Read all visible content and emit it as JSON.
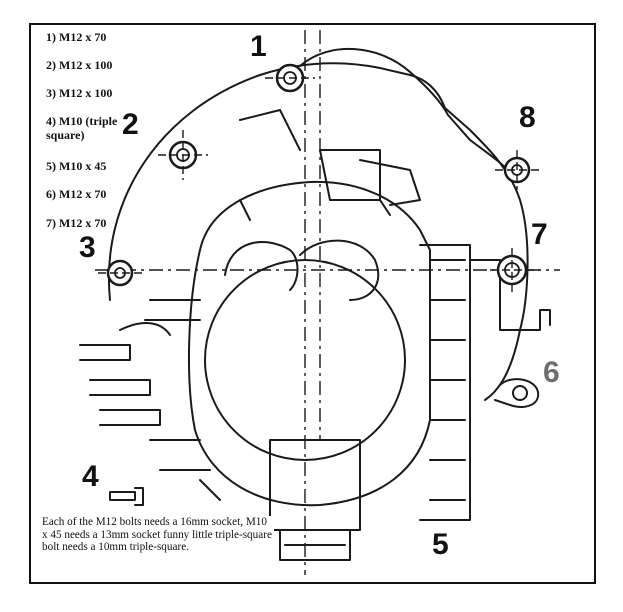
{
  "bolt_list": [
    "1) M12 x 70",
    "2) M12 x 100",
    "3) M12 x 100",
    "4) M10 (triple square)",
    "5) M10 x 45",
    "6) M12 x 70",
    "7) M12 x 70"
  ],
  "callouts": [
    "1",
    "2",
    "3",
    "4",
    "5",
    "6",
    "7",
    "8"
  ],
  "note": "Each of the M12 bolts needs a 16mm socket, M10 x 45 needs a 13mm socket funny little triple-square bolt needs a 10mm triple-square."
}
